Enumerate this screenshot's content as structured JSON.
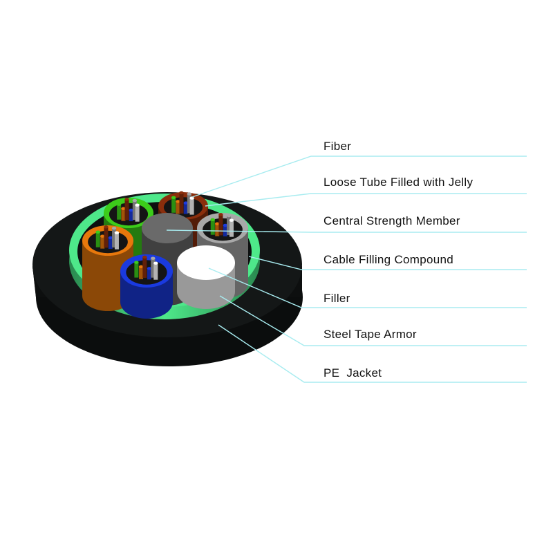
{
  "labels": [
    "Fiber",
    "Loose Tube Filled with Jelly",
    "Central Strength Member",
    "Cable Filling Compound",
    "Filler",
    "Steel Tape Armor",
    "PE  Jacket"
  ],
  "colors": {
    "leader_line": "#a8ecf0",
    "jacket": "#111414",
    "armor": "#4ee88a",
    "tube_green": "#3ccc1a",
    "tube_brown": "#8a2e0c",
    "tube_orange": "#e8780c",
    "tube_blue": "#1a3ae0",
    "tube_gray": "#a8a8a8",
    "central_member": "#6a6a6a",
    "filler": "#ffffff"
  }
}
